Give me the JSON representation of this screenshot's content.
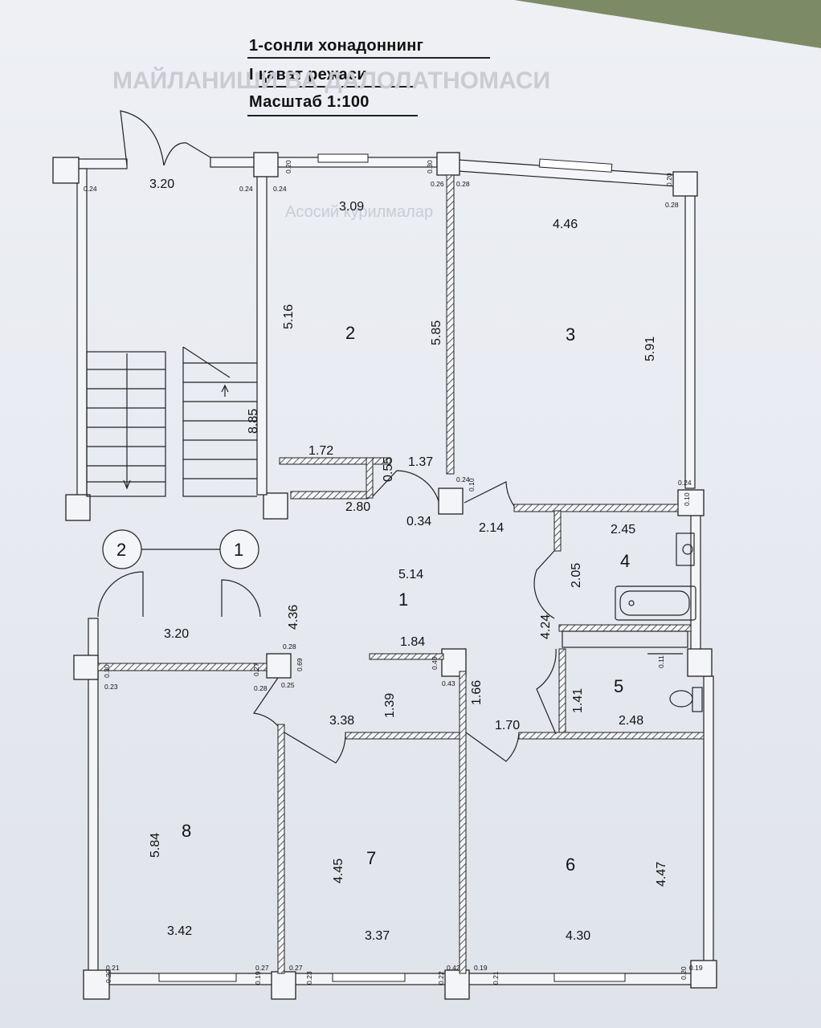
{
  "header": {
    "line1": "1-сонли хонадоннинг",
    "line2": "I қават режаси",
    "line3": "Масштаб 1:100"
  },
  "rooms": {
    "r1": "1",
    "r2": "2",
    "r3": "3",
    "r4": "4",
    "r5": "5",
    "r6": "6",
    "r7": "7",
    "r8": "8"
  },
  "axes": {
    "a1": "1",
    "a2": "2"
  },
  "dims": {
    "entrance_width": "3.20",
    "stair_width": "3.20",
    "r2_width": "3.09",
    "r2_height": "5.16",
    "r3_width": "4.46",
    "r3_height": "5.91",
    "r2r3_wall": "5.85",
    "stair_length": "8.85",
    "niche_1": "1.72",
    "niche_2": "0.55",
    "niche_3": "1.37",
    "niche_4": "2.80",
    "hall_1": "0.34",
    "hall_2": "2.14",
    "hall_3": "5.14",
    "hall_4": "4.36",
    "hall_5": "1.84",
    "hall_6": "4.24",
    "r4_width": "2.45",
    "r4_height": "2.05",
    "r5_height": "1.41",
    "r5_width": "2.48",
    "corr_1": "1.39",
    "corr_2": "1.66",
    "corr_3": "3.38",
    "corr_4": "1.70",
    "r8_height": "5.84",
    "r8_width": "3.42",
    "r7_height": "4.45",
    "r7_width": "3.37",
    "r6_width": "4.30",
    "r6_height": "4.47"
  },
  "walls": {
    "t1": "0.24",
    "t2": "0.24",
    "t3": "0.24",
    "t4": "0.20",
    "t5": "0.30",
    "t6": "0.26",
    "t7": "0.28",
    "t8": "0.20",
    "t9": "0.28",
    "t10": "0.24",
    "t11": "0.10",
    "t12": "0.24",
    "t13": "0.10",
    "t14": "0.28",
    "t15": "0.69",
    "t16": "0.30",
    "t17": "0.23",
    "t18": "0.27",
    "t19": "0.28",
    "t20": "0.25",
    "t21": "0.49",
    "t22": "0.43",
    "t23": "0.11",
    "t24": "0.21",
    "t25": "0.20",
    "t26": "0.19",
    "t27": "0.27",
    "t28": "0.27",
    "t29": "0.23",
    "t30": "0.22",
    "t31": "0.42",
    "t32": "0.19",
    "t33": "0.21",
    "t34": "0.20",
    "t35": "0.19"
  },
  "background_text": {
    "b1": "МАЙЛАНИШИ ВА ДАЛОЛАТНОМАСИ",
    "b2": "Асосий курилмалар"
  }
}
